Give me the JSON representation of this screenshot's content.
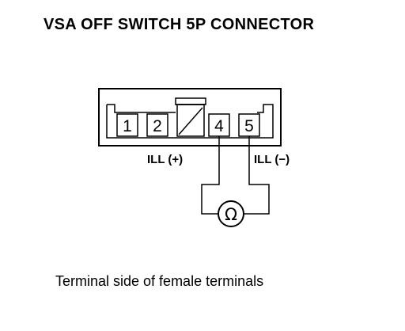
{
  "title": "VSA OFF SWITCH 5P CONNECTOR",
  "caption": "Terminal side of female terminals",
  "connector": {
    "pins": [
      {
        "number": "1"
      },
      {
        "number": "2"
      },
      {
        "number": ""
      },
      {
        "number": "4"
      },
      {
        "number": "5"
      }
    ]
  },
  "terminals": {
    "left_label": "ILL (+)",
    "right_label": "ILL (−)"
  },
  "meter": {
    "symbol": "Ω",
    "icon": "ohmmeter-icon"
  }
}
